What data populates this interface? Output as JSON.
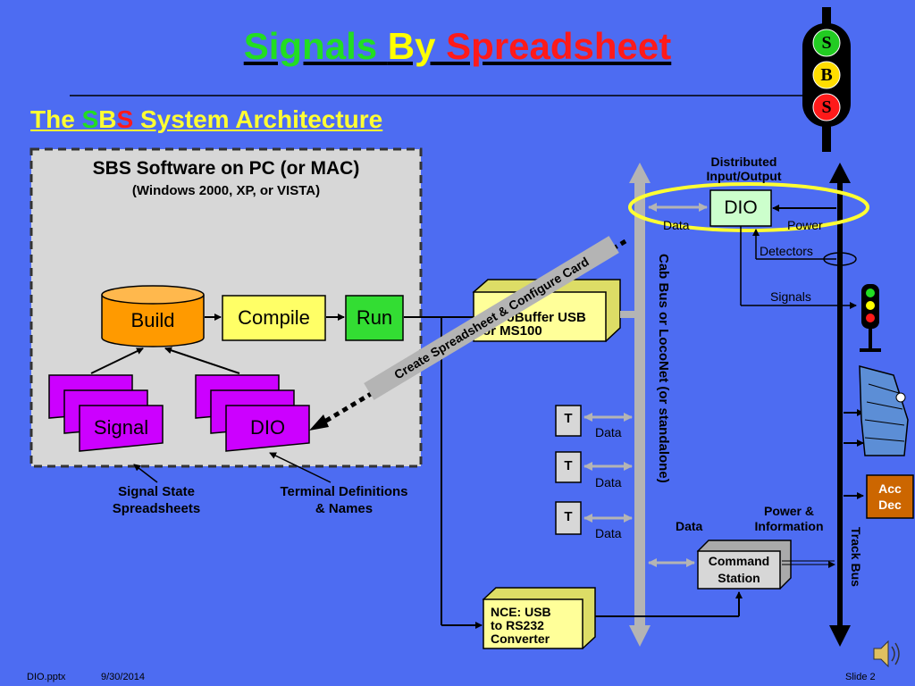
{
  "title": {
    "part1": "Signals ",
    "part2": "By",
    "part3": " Spreadsheet"
  },
  "subtitle": {
    "the": "The ",
    "s1": "S",
    "b": "B",
    "s2": "S",
    "rest": " System Architecture"
  },
  "logo": {
    "top": "S",
    "middle": "B",
    "bottom": "S"
  },
  "pc_box": {
    "title": "SBS Software on PC (or MAC)",
    "subtitle": "(Windows 2000, XP, or VISTA)"
  },
  "nodes": {
    "build": "Build",
    "compile": "Compile",
    "run": "Run",
    "signal": "Signal",
    "dio_sheet": "DIO",
    "dio_module": "DIO",
    "locobuffer_line1": "LocoBuffer USB",
    "locobuffer_line2": "or MS100",
    "nce_line1": "NCE: USB",
    "nce_line2": "to RS232",
    "nce_line3": "Converter",
    "command_line1": "Command",
    "command_line2": "Station",
    "acc_line1": "Acc",
    "acc_line2": "Dec",
    "t": "T"
  },
  "labels": {
    "signal_state_line1": "Signal State",
    "signal_state_line2": "Spreadsheets",
    "terminal_line1": "Terminal Definitions",
    "terminal_line2": "& Names",
    "distributed_line1": "Distributed",
    "distributed_line2": "Input/Output",
    "data": "Data",
    "power": "Power",
    "detectors": "Detectors",
    "signals": "Signals",
    "power_info_line1": "Power &",
    "power_info_line2": "Information",
    "cab_bus": "Cab Bus or LocoNet (or standalone)",
    "track_bus": "Track Bus",
    "create_spreadsheet": "Create Spreadsheet & Configure Card"
  },
  "footer": {
    "file": "DIO.pptx",
    "date": "9/30/2014",
    "slide": "Slide 2"
  },
  "colors": {
    "background": "#4d6cf2",
    "title_green": "#22dd22",
    "title_yellow": "#ffff00",
    "title_red": "#ff1a1a",
    "build": "#ff9a00",
    "compile": "#ffff66",
    "run": "#33dd33",
    "sheet": "#cc00ff",
    "dio_module": "#ccffcc",
    "acc_dec": "#cc6600",
    "ellipse": "#ffff33"
  }
}
